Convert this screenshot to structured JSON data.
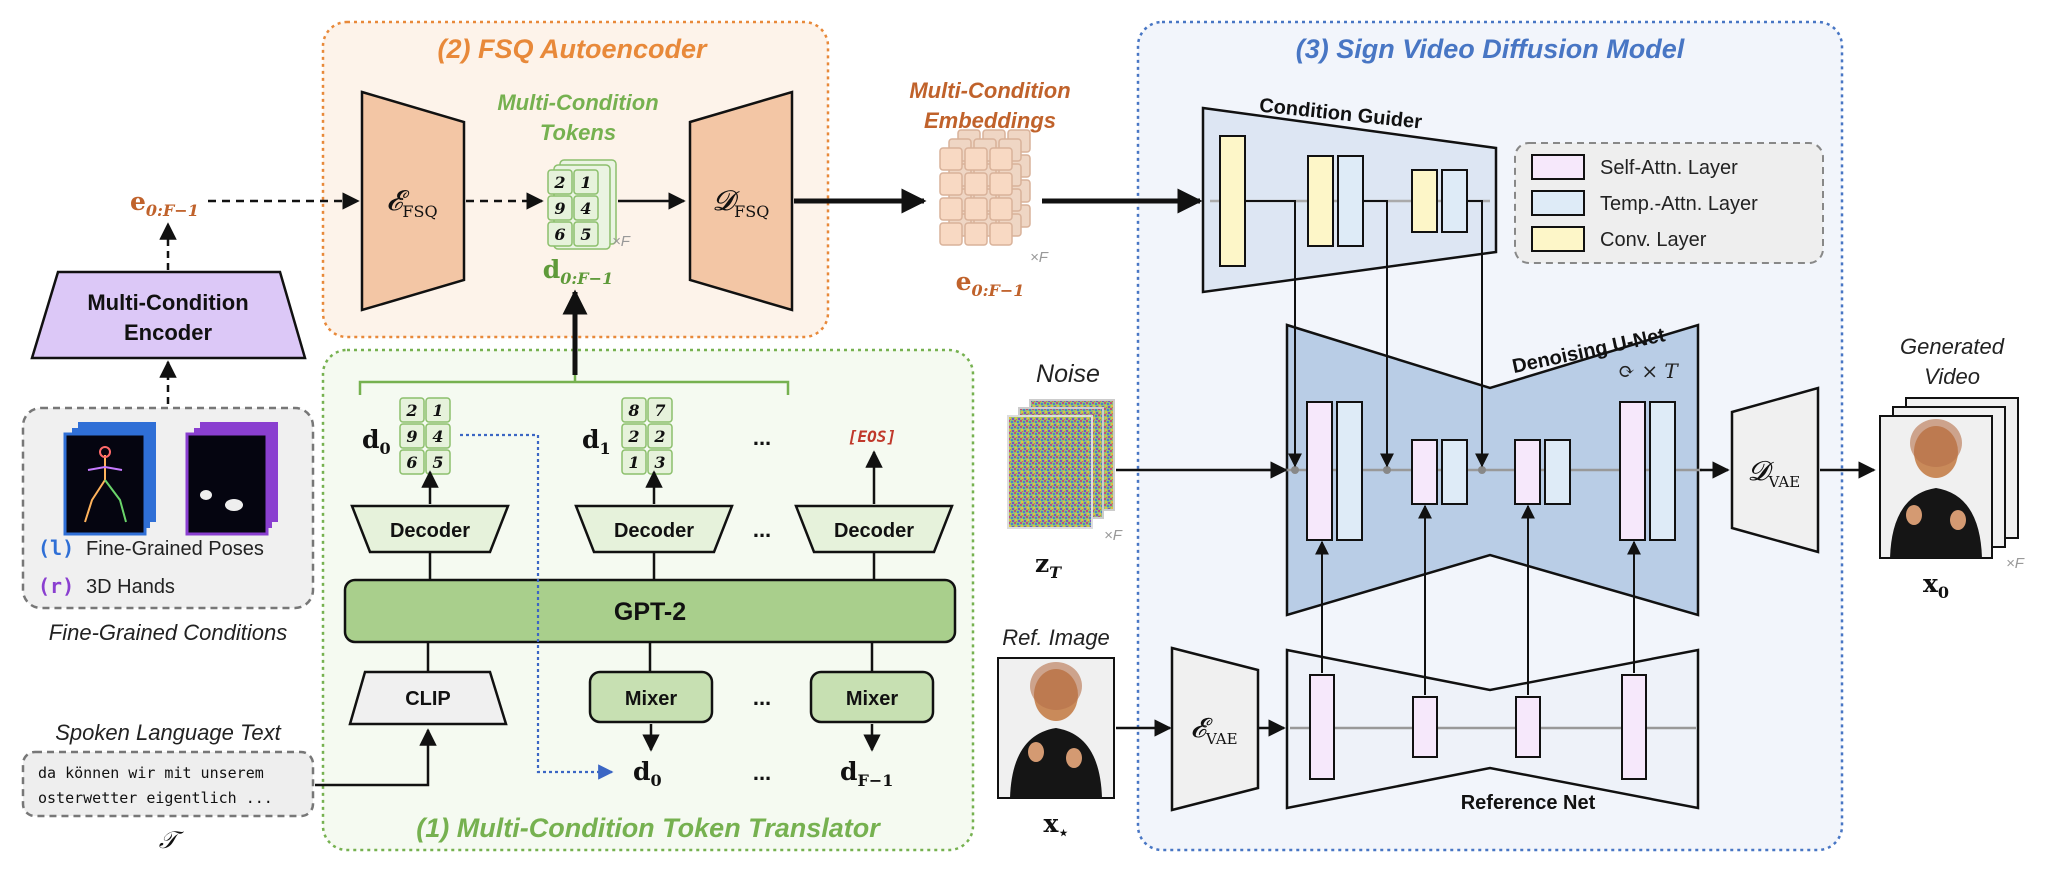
{
  "sections": {
    "fsq_title": "(2) FSQ Autoencoder",
    "diffusion_title": "(3) Sign Video Diffusion Model",
    "translator_title": "(1) Multi-Condition Token Translator"
  },
  "encoder": {
    "label_line1": "Multi-Condition",
    "label_line2": "Encoder",
    "output": "e",
    "output_sub": "0:F−1"
  },
  "conditions": {
    "pose_tag": "(l)",
    "pose_label": "Fine-Grained Poses",
    "hands_tag": "(r)",
    "hands_label": "3D Hands",
    "caption": "Fine-Grained Conditions"
  },
  "spoken": {
    "caption": "Spoken Language Text",
    "line1": "da können wir mit unserem",
    "line2": "osterwetter eigentlich ...",
    "symbol": "𝒯"
  },
  "fsq": {
    "enc_label": "𝓔",
    "enc_sub": "FSQ",
    "dec_label": "𝓓",
    "dec_sub": "FSQ",
    "tokens_line1": "Multi-Condition",
    "tokens_line2": "Tokens",
    "token_cells": [
      "2",
      "1",
      "9",
      "4",
      "6",
      "5"
    ],
    "token_out": "d",
    "token_out_sub": "0:F−1",
    "times_f": "×F"
  },
  "embeddings": {
    "line1": "Multi-Condition",
    "line2": "Embeddings",
    "out": "e",
    "out_sub": "0:F−1",
    "times_f": "×F"
  },
  "translator": {
    "d0": "d",
    "d0_sub": "0",
    "d1": "d",
    "d1_sub": "1",
    "d0_cells": [
      "2",
      "1",
      "9",
      "4",
      "6",
      "5"
    ],
    "d1_cells": [
      "8",
      "7",
      "2",
      "2",
      "1",
      "3"
    ],
    "eos": "[EOS]",
    "ellipsis": "...",
    "decoder": "Decoder",
    "gpt": "GPT-2",
    "clip": "CLIP",
    "mixer": "Mixer",
    "in_d0": "d",
    "in_d0_sub": "0",
    "in_dF": "d",
    "in_dF_sub": "F−1"
  },
  "diffusion": {
    "guider": "Condition Guider",
    "unet": "Denoising U-Net",
    "loop": "⟳ × T",
    "ref_net": "Reference Net",
    "noise": "Noise",
    "noise_sym": "z",
    "noise_sub": "T",
    "times_f": "×F",
    "ref_image": "Ref. Image",
    "ref_sym": "x",
    "ref_sub": "⋆",
    "vae_enc": "𝓔",
    "vae_enc_sub": "VAE",
    "vae_dec": "𝓓",
    "vae_dec_sub": "VAE",
    "generated_line1": "Generated",
    "generated_line2": "Video",
    "out_sym": "x",
    "out_sub": "0",
    "out_times_f": "×F"
  },
  "legend": {
    "items": [
      {
        "label": "Self-Attn. Layer",
        "color": "#f6e8fb"
      },
      {
        "label": "Temp.-Attn. Layer",
        "color": "#deebf7"
      },
      {
        "label": "Conv. Layer",
        "color": "#fdf6c8"
      }
    ]
  },
  "colors": {
    "fsq_box": "#e8893a",
    "translator_box": "#76b150",
    "diffusion_box": "#4876c4",
    "trapezoid_orange": "#f3c6a5",
    "encoder_purple": "#dcc8f7",
    "gpt_green": "#a9cf8c",
    "guider_blue": "#dde6f3",
    "unet_blue": "#b9cde6"
  }
}
